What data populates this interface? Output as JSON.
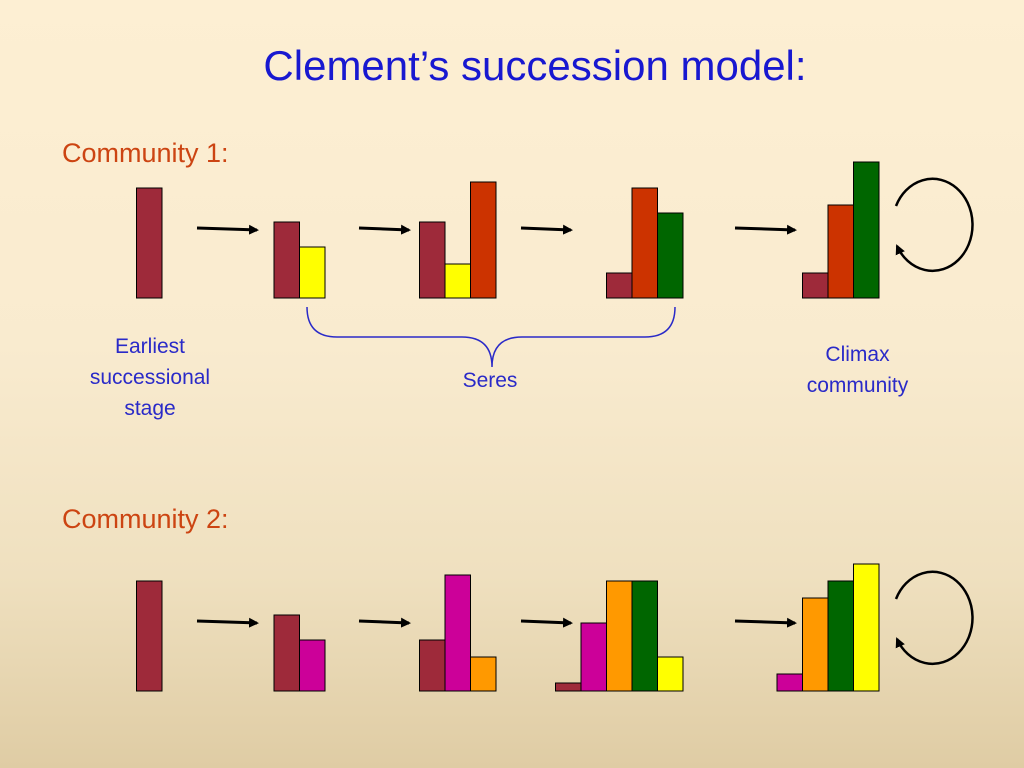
{
  "title": "Clement’s succession model:",
  "communities": [
    {
      "label": "Community 1:",
      "stages": [
        [
          {
            "color": "#9e2a3a",
            "value": 110
          }
        ],
        [
          {
            "color": "#9e2a3a",
            "value": 76
          },
          {
            "color": "#ffff00",
            "value": 51
          }
        ],
        [
          {
            "color": "#9e2a3a",
            "value": 76
          },
          {
            "color": "#ffff00",
            "value": 34
          },
          {
            "color": "#cc3300",
            "value": 116
          }
        ],
        [
          {
            "color": "#9e2a3a",
            "value": 25
          },
          {
            "color": "#cc3300",
            "value": 110
          },
          {
            "color": "#006600",
            "value": 85
          }
        ],
        [
          {
            "color": "#9e2a3a",
            "value": 25
          },
          {
            "color": "#cc3300",
            "value": 93
          },
          {
            "color": "#006600",
            "value": 136
          }
        ]
      ],
      "cyclic_climax": true
    },
    {
      "label": "Community 2:",
      "stages": [
        [
          {
            "color": "#9e2a3a",
            "value": 110
          }
        ],
        [
          {
            "color": "#9e2a3a",
            "value": 76
          },
          {
            "color": "#cc0099",
            "value": 51
          }
        ],
        [
          {
            "color": "#9e2a3a",
            "value": 51
          },
          {
            "color": "#cc0099",
            "value": 116
          },
          {
            "color": "#ff9900",
            "value": 34
          }
        ],
        [
          {
            "color": "#9e2a3a",
            "value": 8
          },
          {
            "color": "#cc0099",
            "value": 68
          },
          {
            "color": "#ff9900",
            "value": 110
          },
          {
            "color": "#006600",
            "value": 110
          },
          {
            "color": "#ffff00",
            "value": 34
          }
        ],
        [
          {
            "color": "#cc0099",
            "value": 17
          },
          {
            "color": "#ff9900",
            "value": 93
          },
          {
            "color": "#006600",
            "value": 110
          },
          {
            "color": "#ffff00",
            "value": 127
          }
        ]
      ],
      "cyclic_climax": true
    }
  ],
  "captions": {
    "earliest": [
      "Earliest",
      "successional",
      "stage"
    ],
    "seres": "Seres",
    "climax": [
      "Climax",
      "community"
    ]
  },
  "colors": {
    "title": "#1818d0",
    "community_label": "#cc4412",
    "caption": "#2a2ac8"
  }
}
